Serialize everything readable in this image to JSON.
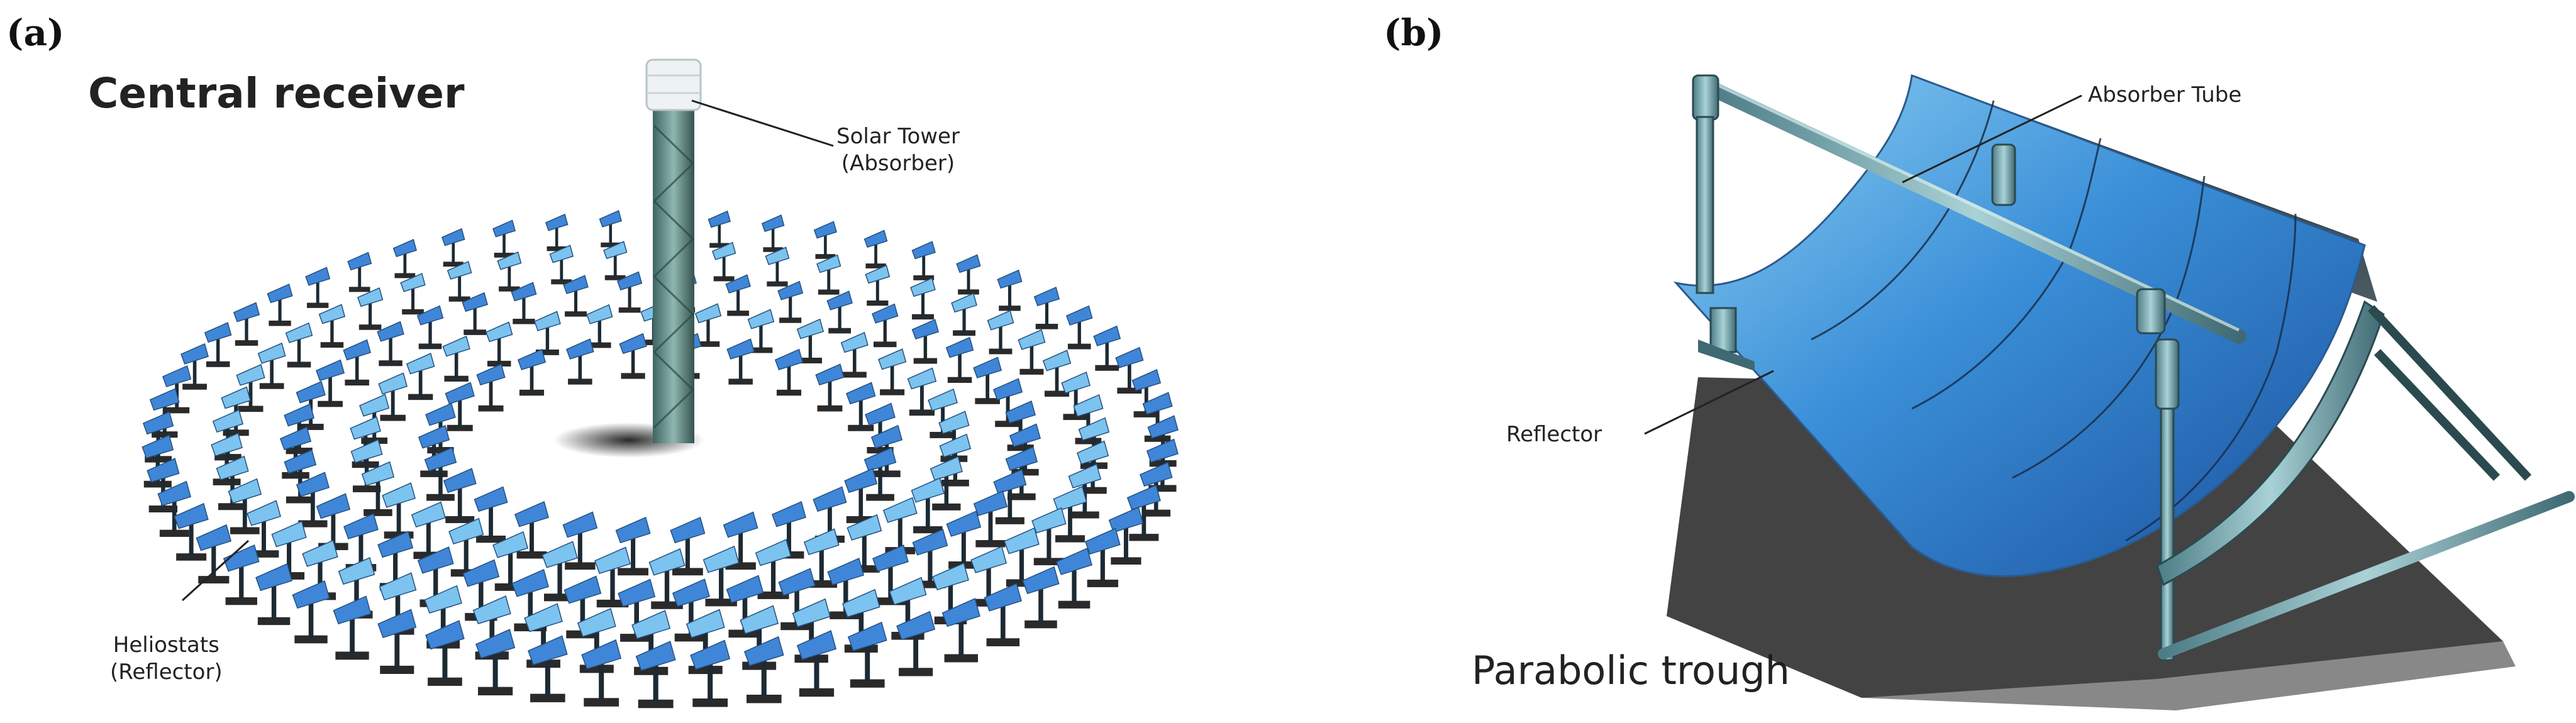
{
  "panels": [
    {
      "tag": "(a)",
      "title": "Central receiver",
      "labels": {
        "tower_line1": "Solar Tower",
        "tower_line2": "(Absorber)",
        "helio_line1": "Heliostats",
        "helio_line2": "(Reflector)"
      }
    },
    {
      "tag": "(b)",
      "title": "Parabolic trough",
      "labels": {
        "absorber": "Absorber Tube",
        "reflector": "Reflector"
      }
    }
  ],
  "colors": {
    "mirror": "#3f86d8",
    "mirror_light": "#7cc3f0",
    "support": "#1d2a33",
    "tower": "#5f8a86",
    "shadow": "#2a2a2a"
  }
}
